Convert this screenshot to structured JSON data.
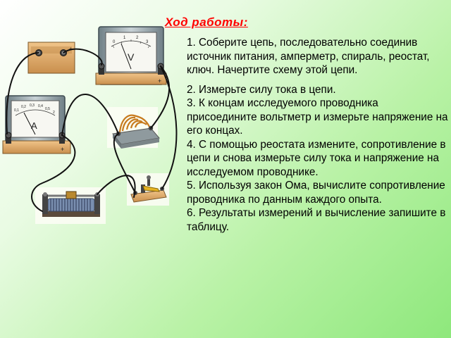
{
  "title": "Ход работы:",
  "steps": [
    "1. Соберите цепь, последовательно соединив источник питания, амперметр, спираль, реостат, ключ. Начертите схему этой цепи.",
    "2. Измерьте силу тока в цепи.",
    "3. К концам исследуемого проводника присоедините вольтметр и измерьте напряжение на его концах.",
    "4. С помощью реостата измените, сопротивление в цепи и снова измерьте силу тока и напряжение на исследуемом проводнике.",
    "5. Используя закон Ома, вычислите сопротивление проводника по данным каждого опыта.",
    "6. Результаты измерений  и вычисление запишите в таблицу."
  ],
  "instruments": {
    "voltmeter": {
      "symbol": "V",
      "scale": [
        "0",
        "1",
        "2",
        "3"
      ],
      "terminal_plus": "+",
      "terminal_minus": "-"
    },
    "ammeter": {
      "symbol": "A",
      "scale": [
        "0,1",
        "0,2",
        "0,3",
        "0,4",
        "0,5",
        "2"
      ],
      "terminal_plus": "+"
    },
    "power_source": {
      "terminal_plus": "+"
    }
  },
  "colors": {
    "title": "#ff0000",
    "wood": "#d9a86a",
    "wire": "#111111",
    "meter_case": "#8a9aa0",
    "coil": "#c77a1e"
  }
}
